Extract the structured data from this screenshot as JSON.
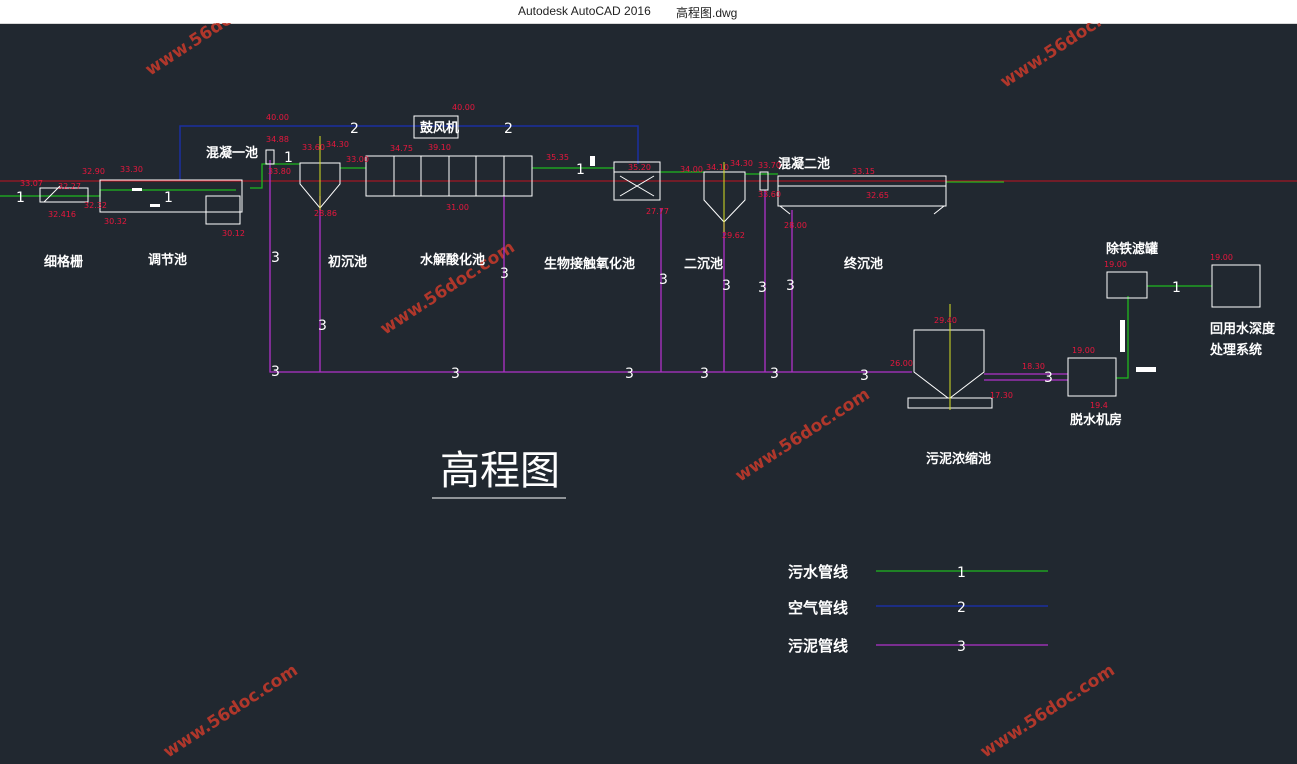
{
  "window": {
    "app_title": "Autodesk AutoCAD 2016",
    "file_name": "高程图.dwg"
  },
  "drawing": {
    "title": "高程图",
    "units": {
      "grille": "细格栅",
      "equalization": "调节池",
      "coag1": "混凝一池",
      "primary": "初沉池",
      "hydrolysis": "水解酸化池",
      "bio": "生物接触氧化池",
      "secondary": "二沉池",
      "coag2": "混凝二池",
      "final": "终沉池",
      "blower": "鼓风机",
      "iron": "除铁滤罐",
      "reuse1": "回用水深度",
      "reuse2": "处理系统",
      "thickener": "污泥浓缩池",
      "dewater": "脱水机房"
    },
    "elevations": {
      "e1": "33.07",
      "e2": "32.27",
      "e3": "32.416",
      "e4": "32.90",
      "e5": "32.32",
      "e6": "33.30",
      "e7": "30.32",
      "e8": "30.12",
      "e9": "40.00",
      "e10": "34.88",
      "e11": "33.80",
      "e12": "33.60",
      "e13": "34.30",
      "e14": "28.86",
      "e15": "33.00",
      "e16": "34.75",
      "e17": "39.10",
      "e18": "31.00",
      "e19": "40.00",
      "e20": "35.35",
      "e21": "35.20",
      "e22": "27.77",
      "e23": "34.00",
      "e24": "34.10",
      "e25": "34.30",
      "e26": "29.62",
      "e27": "33.70",
      "e28": "33.60",
      "e29": "28.00",
      "e30": "33.15",
      "e31": "32.65",
      "e32": "29.40",
      "e33": "26.00",
      "e34": "18.30",
      "e35": "17.30",
      "e36": "19.00",
      "e37": "19.4",
      "e38": "19.00",
      "e39": "19.00"
    },
    "pipe_labels": {
      "one": "1",
      "two": "2",
      "three": "3"
    }
  },
  "legend": [
    {
      "label": "污水管线",
      "num": "1",
      "color": "#1fb81f"
    },
    {
      "label": "空气管线",
      "num": "2",
      "color": "#1a2fa0"
    },
    {
      "label": "污泥管线",
      "num": "3",
      "color": "#b031c9"
    }
  ],
  "watermark": "www.56doc.com",
  "colors": {
    "background": "#212830",
    "sewage": "#1fb81f",
    "air": "#1a2fa0",
    "sludge": "#b031c9",
    "elevation": "#e8173d",
    "waterline": "#c1121f"
  }
}
